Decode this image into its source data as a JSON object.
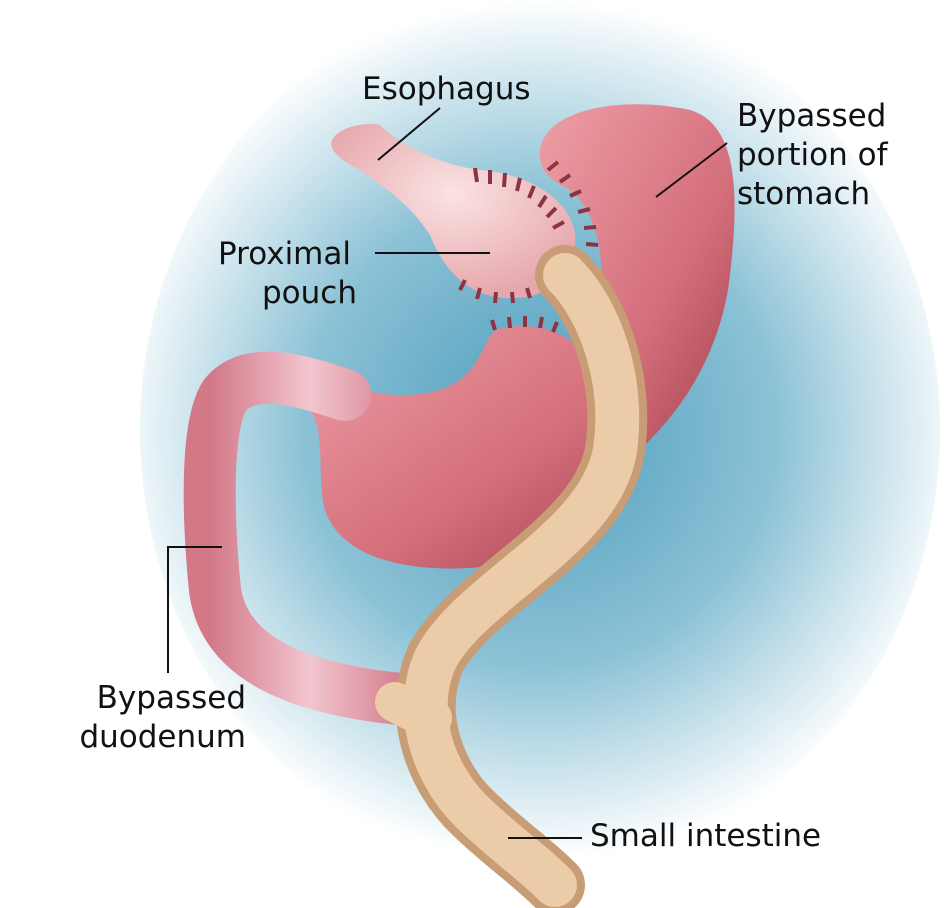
{
  "labels": {
    "esophagus": "Esophagus",
    "bypassed_stomach": [
      "Bypassed",
      "portion of",
      "stomach"
    ],
    "proximal_pouch": [
      "Proximal",
      "pouch"
    ],
    "bypassed_duodenum": [
      "Bypassed",
      "duodenum"
    ],
    "small_intestine": "Small intestine"
  },
  "colors": {
    "background_glow": "#5fa8c4",
    "stomach": "#d9717e",
    "stomach_dark": "#a8424f",
    "pouch": "#f3c9cb",
    "intestine": "#e8c7a2",
    "staples": "#8c3443"
  }
}
